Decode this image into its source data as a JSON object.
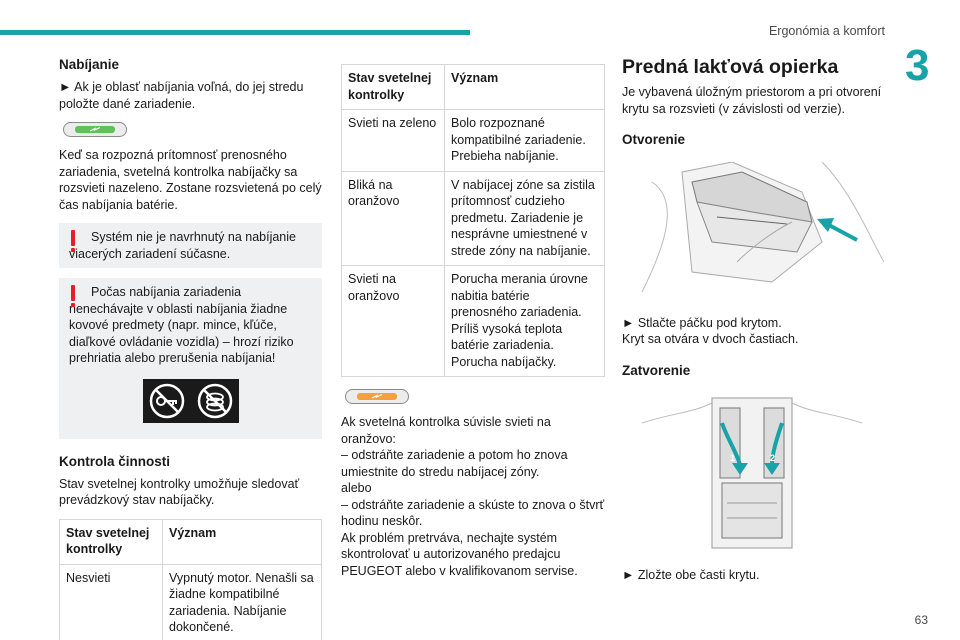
{
  "header": {
    "title": "Ergonómia a komfort",
    "chapter": "3",
    "page": "63"
  },
  "col1": {
    "charging_title": "Nabíjanie",
    "charging_step": "► Ak je oblasť nabíjania voľná, do jej stredu položte dané zariadenie.",
    "charging_detected": "Keď sa rozpozná prítomnosť prenosného zariadenia, svetelná kontrolka nabíjačky sa rozsvieti nazeleno. Zostane rozsvietená po celý čas nabíjania batérie.",
    "warning1": "Systém nie je navrhnutý na nabíjanie viacerých zariadení súčasne.",
    "warning2": "Počas nabíjania zariadenia nenechávajte v oblasti nabíjania žiadne kovové predmety (napr. mince, kľúče, diaľkové ovládanie vozidla) – hrozí riziko prehriatia alebo prerušenia nabíjania!",
    "operation_title": "Kontrola činnosti",
    "operation_text": "Stav svetelnej kontrolky umožňuje sledovať prevádzkový stav nabíjačky.",
    "table": {
      "headers": [
        "Stav svetelnej kontrolky",
        "Význam"
      ],
      "rows": [
        {
          "state": "Nesvieti",
          "meaning": "Vypnutý motor. Nenašli sa žiadne kompatibilné zariadenia. Nabíjanie dokončené."
        }
      ]
    }
  },
  "col2": {
    "table": {
      "headers": [
        "Stav svetelnej kontrolky",
        "Význam"
      ],
      "rows": [
        {
          "state": "Svieti na zeleno",
          "meaning": "Bolo rozpoznané kompatibilné zariadenie. Prebieha nabíjanie."
        },
        {
          "state": "Bliká na oranžovo",
          "meaning": "V nabíjacej zóne sa zistila prítomnosť cudzieho predmetu. Zariadenie je nesprávne umiestnené v strede zóny na nabíjanie."
        },
        {
          "state": "Svieti na oranžovo",
          "meaning": "Porucha merania úrovne nabitia batérie prenosného zariadenia. Príliš vysoká teplota batérie zariadenia. Porucha nabíjačky."
        }
      ]
    },
    "orange_text": "Ak svetelná kontrolka súvisle svieti na oranžovo:\n– odstráňte zariadenie a potom ho znova umiestnite do stredu nabíjacej zóny.\nalebo\n– odstráňte zariadenie a skúste to znova o štvrť hodinu neskôr.\nAk problém pretrváva, nechajte systém skontrolovať u autorizovaného predajcu PEUGEOT alebo v kvalifikovanom servise."
  },
  "col3": {
    "title": "Predná lakťová opierka",
    "intro": "Je vybavená úložným priestorom a pri otvorení krytu sa rozsvieti (v závislosti od verzie).",
    "open_title": "Otvorenie",
    "open_step": "► Stlačte páčku pod krytom.",
    "open_note": "Kryt sa otvára v dvoch častiach.",
    "close_title": "Zatvorenie",
    "close_step": "► Zložte obe časti krytu.",
    "labels": [
      "1",
      "2"
    ]
  },
  "colors": {
    "accent": "#17a3a7",
    "warning": "#e41e2a",
    "led_green": "#5fc05c",
    "led_orange": "#f3a13a"
  },
  "icons": [
    "exclamation-icon",
    "no-keys-icon",
    "no-coins-icon",
    "charging-indicator-icon"
  ]
}
